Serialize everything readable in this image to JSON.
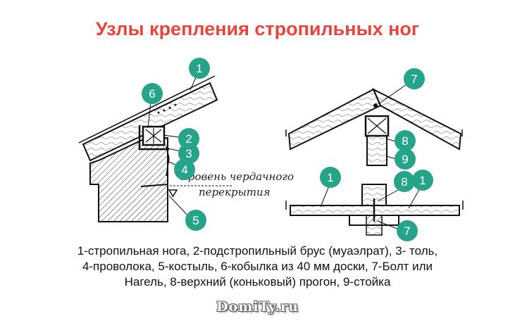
{
  "title": "Узлы крепления стропильных ног",
  "annotation": {
    "line1": "Уровень чердачного",
    "line2": "перекрытия"
  },
  "badges": {
    "b1_left": "1",
    "b6": "6",
    "b2": "2",
    "b3": "3",
    "b4": "4",
    "b5": "5",
    "b7_top": "7",
    "b8_top": "8",
    "b9": "9",
    "b1_mid": "1",
    "b8_mid": "8",
    "b1_right": "1",
    "b7_bottom": "7"
  },
  "legend": {
    "line1": "1-стропильная нога, 2-подстропильный брус (муаэлрат), 3- толь,",
    "line2": "4-проволока, 5-костыль, 6-кобылка из 40 мм доски, 7-Болт или",
    "line3": "Нагель, 8-верхний (коньковый) прогон, 9-стойка"
  },
  "watermark": "DomiTy.ru",
  "colors": {
    "title": "#e8453c",
    "badge": "#26a48a"
  }
}
